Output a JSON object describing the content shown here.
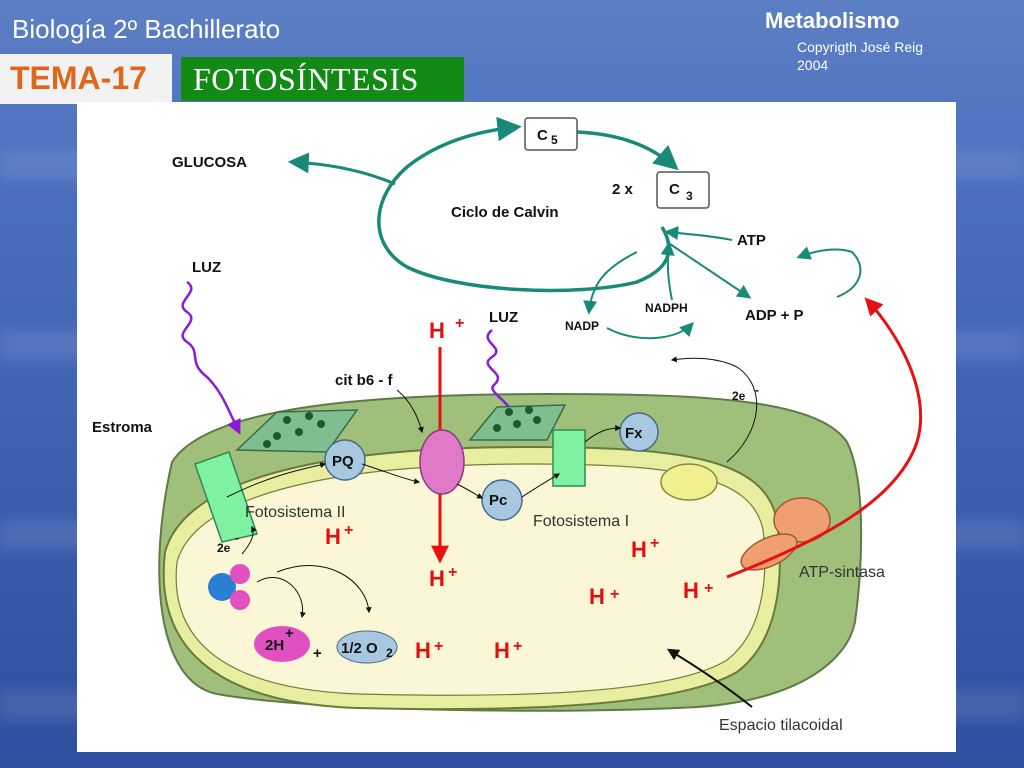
{
  "slide": {
    "course_title": "Biología 2º Bachillerato",
    "topic": "Metabolismo",
    "copyright_line1": "Copyrigth José Reig",
    "copyright_line2": "2004",
    "tema": "TEMA-17",
    "title": "FOTOSÍNTESIS"
  },
  "diagram": {
    "glucosa": "GLUCOSA",
    "c5": "C",
    "c5_sub": "5",
    "two_x": "2 x",
    "c3": "C",
    "c3_sub": "3",
    "ciclo": "Ciclo de Calvin",
    "atp": "ATP",
    "adp": "ADP + P",
    "nadp": "NADP",
    "nadph": "NADPH",
    "luz_1": "LUZ",
    "luz_2": "LUZ",
    "h_top": "H",
    "plus": "+",
    "cit": "cit b6 - f",
    "estroma": "Estroma",
    "pq": "PQ",
    "pc": "Pc",
    "fx": "Fx",
    "two_e_right": "2e",
    "two_e_left": "2e",
    "minus": "-",
    "fotosistema_2": "Fotosistema II",
    "fotosistema_1": "Fotosistema I",
    "atp_sintasa": "ATP-sintasa",
    "two_h": "2H",
    "half_o2": "1/2 O",
    "o2_sub": "2",
    "espacio": "Espacio tilacoidal",
    "h_label": "H"
  }
}
